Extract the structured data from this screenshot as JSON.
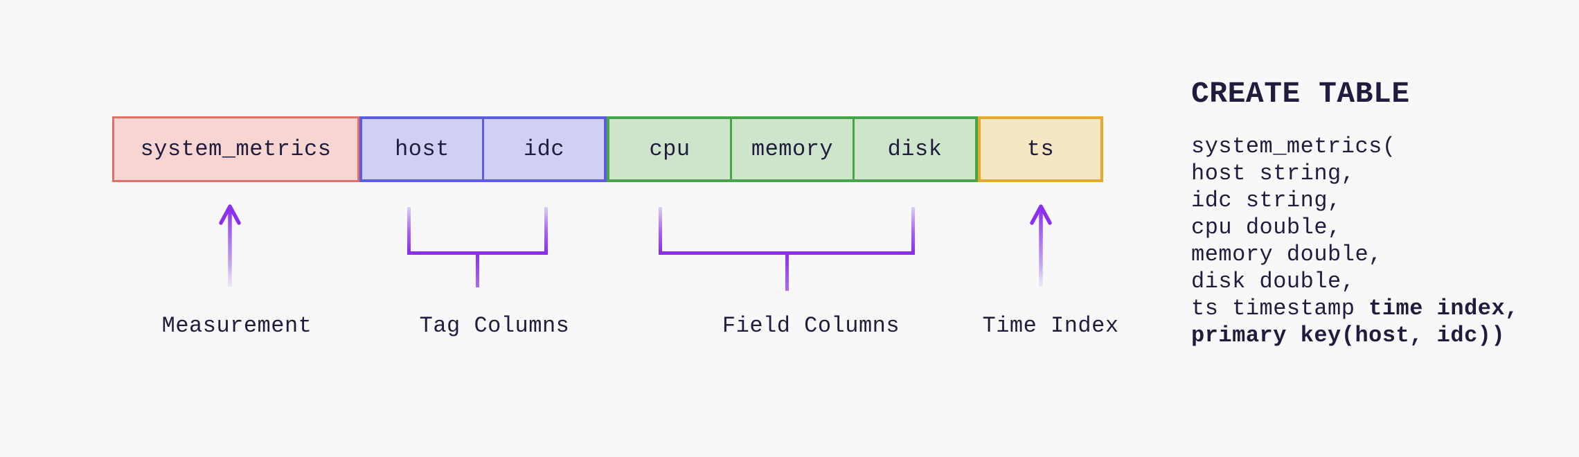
{
  "colors": {
    "background": "#f8f8f8",
    "text": "#211c3e",
    "accent_purple": "#8d2ff0",
    "accent_purple_light": "#dccdf6",
    "measurement_fill": "#f6d5d3",
    "measurement_border": "#e0716a",
    "tag_fill": "#cfd0f4",
    "tag_border": "#5c5cdf",
    "field_fill": "#cee5cc",
    "field_border": "#48a44b",
    "time_fill": "#f4e7c2",
    "time_border": "#e3aa2f"
  },
  "diagram": {
    "measurement_cell": "system_metrics",
    "tag_cells": [
      "host",
      "idc"
    ],
    "field_cells": [
      "cpu",
      "memory",
      "disk"
    ],
    "time_cells": [
      "ts"
    ],
    "labels": {
      "measurement": "Measurement",
      "tag": "Tag Columns",
      "field": "Field Columns",
      "time": "Time Index"
    }
  },
  "sql": {
    "heading": "CREATE TABLE",
    "lines": [
      {
        "normal": "system_metrics(",
        "bold": ""
      },
      {
        "normal": "host string,",
        "bold": ""
      },
      {
        "normal": "idc string,",
        "bold": ""
      },
      {
        "normal": "cpu double,",
        "bold": ""
      },
      {
        "normal": "memory double,",
        "bold": ""
      },
      {
        "normal": "disk double,",
        "bold": ""
      },
      {
        "normal": "ts timestamp ",
        "bold": "time index,"
      },
      {
        "normal": "",
        "bold": "primary key(host, idc))"
      }
    ]
  }
}
